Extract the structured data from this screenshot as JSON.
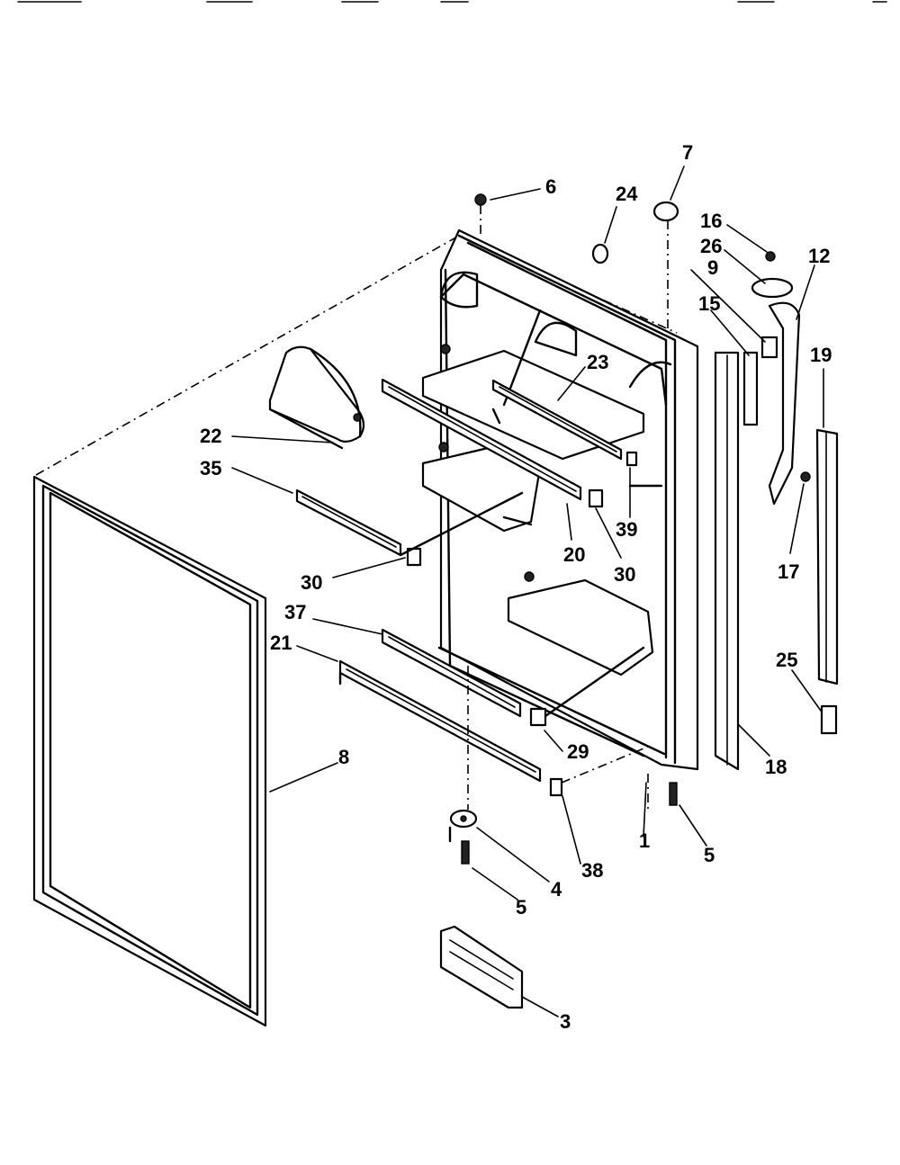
{
  "diagram": {
    "type": "exploded-parts-view",
    "callouts": [
      {
        "id": "c1",
        "text": "1"
      },
      {
        "id": "c3",
        "text": "3"
      },
      {
        "id": "c4",
        "text": "4"
      },
      {
        "id": "c5a",
        "text": "5"
      },
      {
        "id": "c5b",
        "text": "5"
      },
      {
        "id": "c6",
        "text": "6"
      },
      {
        "id": "c7",
        "text": "7"
      },
      {
        "id": "c8",
        "text": "8"
      },
      {
        "id": "c9",
        "text": "9"
      },
      {
        "id": "c12",
        "text": "12"
      },
      {
        "id": "c15",
        "text": "15"
      },
      {
        "id": "c16",
        "text": "16"
      },
      {
        "id": "c17",
        "text": "17"
      },
      {
        "id": "c18",
        "text": "18"
      },
      {
        "id": "c19",
        "text": "19"
      },
      {
        "id": "c20",
        "text": "20"
      },
      {
        "id": "c21",
        "text": "21"
      },
      {
        "id": "c22",
        "text": "22"
      },
      {
        "id": "c23",
        "text": "23"
      },
      {
        "id": "c24",
        "text": "24"
      },
      {
        "id": "c25",
        "text": "25"
      },
      {
        "id": "c26",
        "text": "26"
      },
      {
        "id": "c29",
        "text": "29"
      },
      {
        "id": "c30a",
        "text": "30"
      },
      {
        "id": "c30b",
        "text": "30"
      },
      {
        "id": "c35",
        "text": "35"
      },
      {
        "id": "c37",
        "text": "37"
      },
      {
        "id": "c38",
        "text": "38"
      },
      {
        "id": "c39",
        "text": "39"
      }
    ]
  }
}
